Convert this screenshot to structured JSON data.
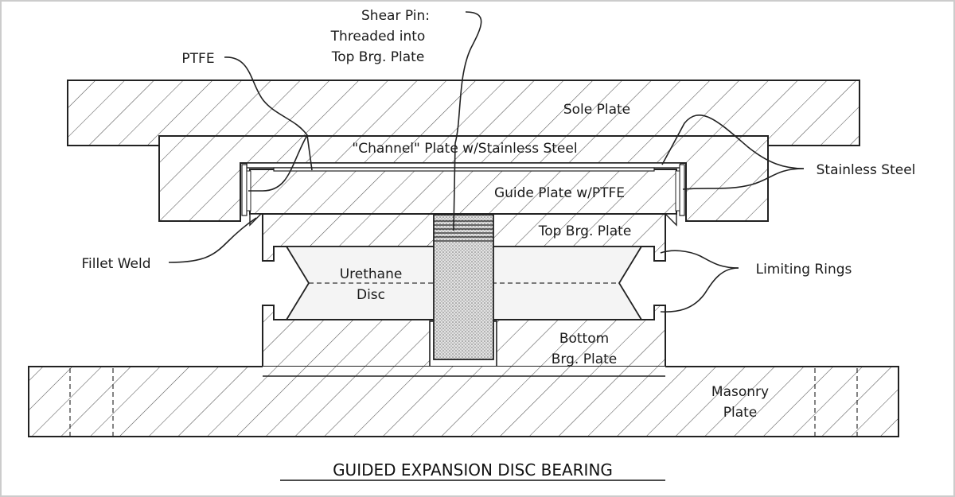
{
  "title": "GUIDED EXPANSION DISC BEARING",
  "labels": {
    "shear_pin_1": "Shear Pin:",
    "shear_pin_2": "Threaded into",
    "shear_pin_3": "Top Brg. Plate",
    "ptfe": "PTFE",
    "sole_plate": "Sole Plate",
    "channel_plate": "\"Channel\" Plate w/Stainless Steel",
    "stainless_steel": "Stainless Steel",
    "guide_plate": "Guide Plate w/PTFE",
    "top_brg_plate": "Top Brg. Plate",
    "fillet_weld": "Fillet Weld",
    "urethane_1": "Urethane",
    "urethane_2": "Disc",
    "limiting_rings": "Limiting Rings",
    "bottom_brg_1": "Bottom",
    "bottom_brg_2": "Brg. Plate",
    "masonry_1": "Masonry",
    "masonry_2": "Plate"
  },
  "colors": {
    "ink": "#222222",
    "pin_fill": "#d6d6d6",
    "frame": "#cccccc"
  }
}
